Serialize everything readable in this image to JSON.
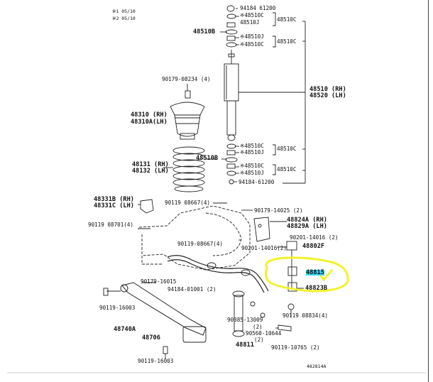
{
  "legend": {
    "row1": "※1 05/10",
    "row2": "※2 05/10"
  },
  "labels": {
    "p94184_61200_top": "94184 61200",
    "p48510C_a": "※48510C",
    "p48510C_b": "48510C",
    "p48510J_a": "48510J",
    "p48510B_a": "48510B",
    "p48510J_b": "※48510J",
    "p48510C_c": "※48510C",
    "p48510C_d": "48510C",
    "p48510_rh": "48510 (RH)",
    "p48520_lh": "48520 (LH)",
    "p90179_08234": "90179-08234 (4)",
    "p48310_rh": "48310 (RH)",
    "p48310A_lh": "48310A(LH)",
    "p48510B_b": "48510B",
    "p48510C_e": "※48510C",
    "p48510J_c": "※48510J",
    "p48510C_f": "48510C",
    "p48510C_g": "※48510C",
    "p48510J_d": "※48510J",
    "p48510C_h": "48510C",
    "p94184_61200_bot": "94184-61200",
    "p48131_rh": "48131 (RH)",
    "p48132_lh": "48132 (LH)",
    "p90119_08667_a": "90119 08667(4)",
    "p90179_14025": "90179-14025 (2)",
    "p48331B_rh": "48331B (RH)",
    "p48331C_lh": "48331C (LH)",
    "p48824A_rh": "48824A (RH)",
    "p48829A_lh": "48829A (LH)",
    "p90119_08701": "90119 08701(4)",
    "p90201_14016_a": "90201-14016 (2)",
    "p90119_08667_b": "90119-08667(4)",
    "p90201_14016_b": "90201-14016(2)",
    "p48802F": "48802F",
    "p48815": "48815",
    "p48823B": "48823B",
    "p90179_16015": "90179-16015",
    "p94184_01001": "94184-01001 (2)",
    "p90119_16003_a": "90119-16003",
    "p90119_08834": "90119 08834(4)",
    "p90385_13009": "90385-13009",
    "p2_a": "(2)",
    "p90560_10644": "90560-10644",
    "p2_b": "(2)",
    "p48740A": "48740A",
    "p48706": "48706",
    "p48811": "48811",
    "p90119_10765": "90119-10765 (2)",
    "p90119_16003_b": "90119-16003",
    "fig_code": "482814A"
  },
  "highlight": {
    "part": "48815",
    "marker_color": "#f2f22a",
    "fill_color": "#33d6ee"
  }
}
